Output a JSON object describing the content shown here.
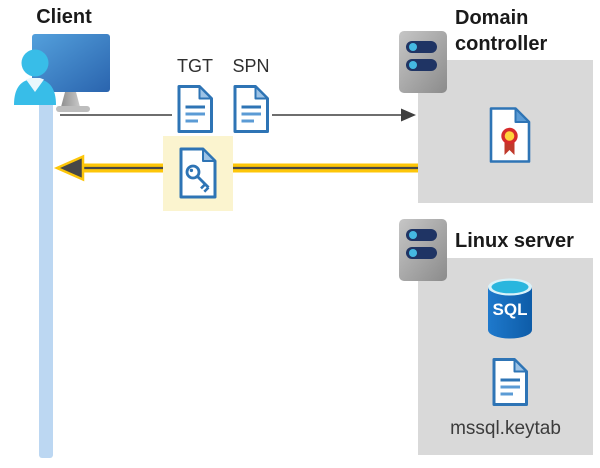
{
  "client": {
    "label": "Client"
  },
  "flow": {
    "tgt_label": "TGT",
    "spn_label": "SPN",
    "request_arrow": "client-to-domain-controller",
    "response_arrow": "domain-controller-to-client"
  },
  "domain_controller": {
    "label": "Domain controller"
  },
  "linux_server": {
    "label": "Linux server",
    "sql_label": "SQL",
    "keytab_label": "mssql.keytab"
  },
  "icons": {
    "client": "monitor-user-icon",
    "domain_controller": "server-icon",
    "linux_server": "server-icon",
    "tgt": "document-icon",
    "spn": "document-icon",
    "key_ticket": "key-document-icon",
    "certificate": "certificate-icon",
    "database": "sql-database-icon",
    "keytab": "document-icon"
  },
  "colors": {
    "box_gray": "#D9D9D9",
    "highlight_yellow": "#FBF4CF",
    "lifeline_blue": "#BCD7F2",
    "arrow_yellow": "#FDC609",
    "arrow_dark": "#474747",
    "line_gray": "#5A5A5A",
    "doc_blue": "#2E74B5"
  }
}
